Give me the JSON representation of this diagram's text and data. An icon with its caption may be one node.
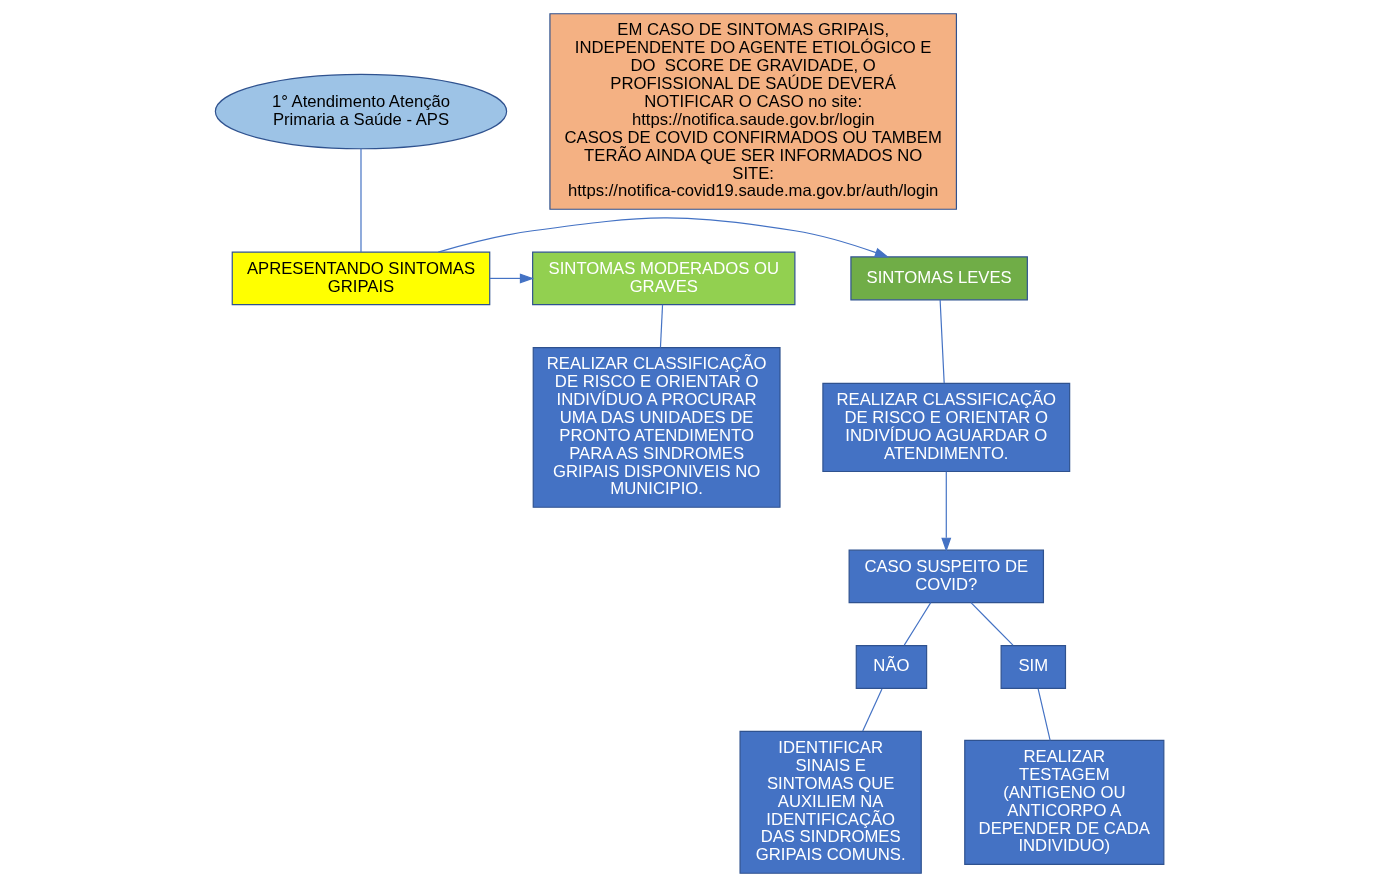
{
  "diagram": {
    "nodes": [
      {
        "text": [
          "1° Atendimento Atenção Primaria a Saúde - APS"
        ]
      },
      {
        "text": [
          "APRESENTANDO SINTOMAS GRIPAIS"
        ]
      },
      {
        "text": [
          "SINTOMAS LEVES"
        ]
      },
      {
        "text": [
          "REALIZAR CLASSIFICAÇÃO DE RISCO E ORIENTAR O INDIVÍDUO AGUARDAR O ATENDIMENTO."
        ]
      },
      {
        "text": [
          "SINTOMAS MODERADOS OU GRAVES"
        ]
      },
      {
        "text": [
          "REALIZAR CLASSIFICAÇÃO DE RISCO E ORIENTAR O INDIVÍDUO A PROCURAR UMA DAS UNIDADES DE PRONTO ATENDIMENTO PARA AS SINDROMES GRIPAIS DISPONIVEIS NO MUNICIPIO."
        ]
      },
      {
        "text": [
          "CASO SUSPEITO DE COVID?"
        ]
      },
      {
        "text": [
          "NÃO"
        ]
      },
      {
        "text": [
          "SIM"
        ]
      },
      {
        "text": [
          "IDENTIFICAR SINAIS E SINTOMAS QUE AUXILIEM NA IDENTIFICAÇÃO DAS SINDROMES GRIPAIS COMUNS."
        ]
      },
      {
        "text": [
          "REALIZAR TESTAGEM (ANTIGENO OU ANTICORPO A DEPENDER DE CADA INDIVIDUO)"
        ]
      },
      {
        "text": [
          "EM CASO DE SINTOMAS GRIPAIS, INDEPENDENTE DO AGENTE ETIOLÓGICO E DO  SCORE DE GRAVIDADE, O PROFISSIONAL DE SAÚDE DEVERÁ NOTIFICAR O CASO no site:",
          "https://notifica.saude.gov.br/login",
          "CASOS DE COVID CONFIRMADOS OU TAMBEM TERÃO AINDA QUE SER INFORMADOS NO SITE:",
          "https://notifica-covid19.saude.ma.gov.br/auth/login"
        ]
      }
    ],
    "edges": [
      {
        "from": 0,
        "to": 1,
        "arrow": "none"
      },
      {
        "from": 1,
        "to": 2,
        "arrow": "to"
      },
      {
        "from": 1,
        "to": 4,
        "arrow": "to"
      },
      {
        "from": 2,
        "to": 3,
        "arrow": "none"
      },
      {
        "from": 4,
        "to": 5,
        "arrow": "none"
      },
      {
        "from": 3,
        "to": 6,
        "arrow": "to"
      },
      {
        "from": 6,
        "to": 7,
        "arrow": "none"
      },
      {
        "from": 6,
        "to": 8,
        "arrow": "none"
      },
      {
        "from": 7,
        "to": 9,
        "arrow": "none"
      },
      {
        "from": 8,
        "to": 10,
        "arrow": "none"
      }
    ]
  }
}
